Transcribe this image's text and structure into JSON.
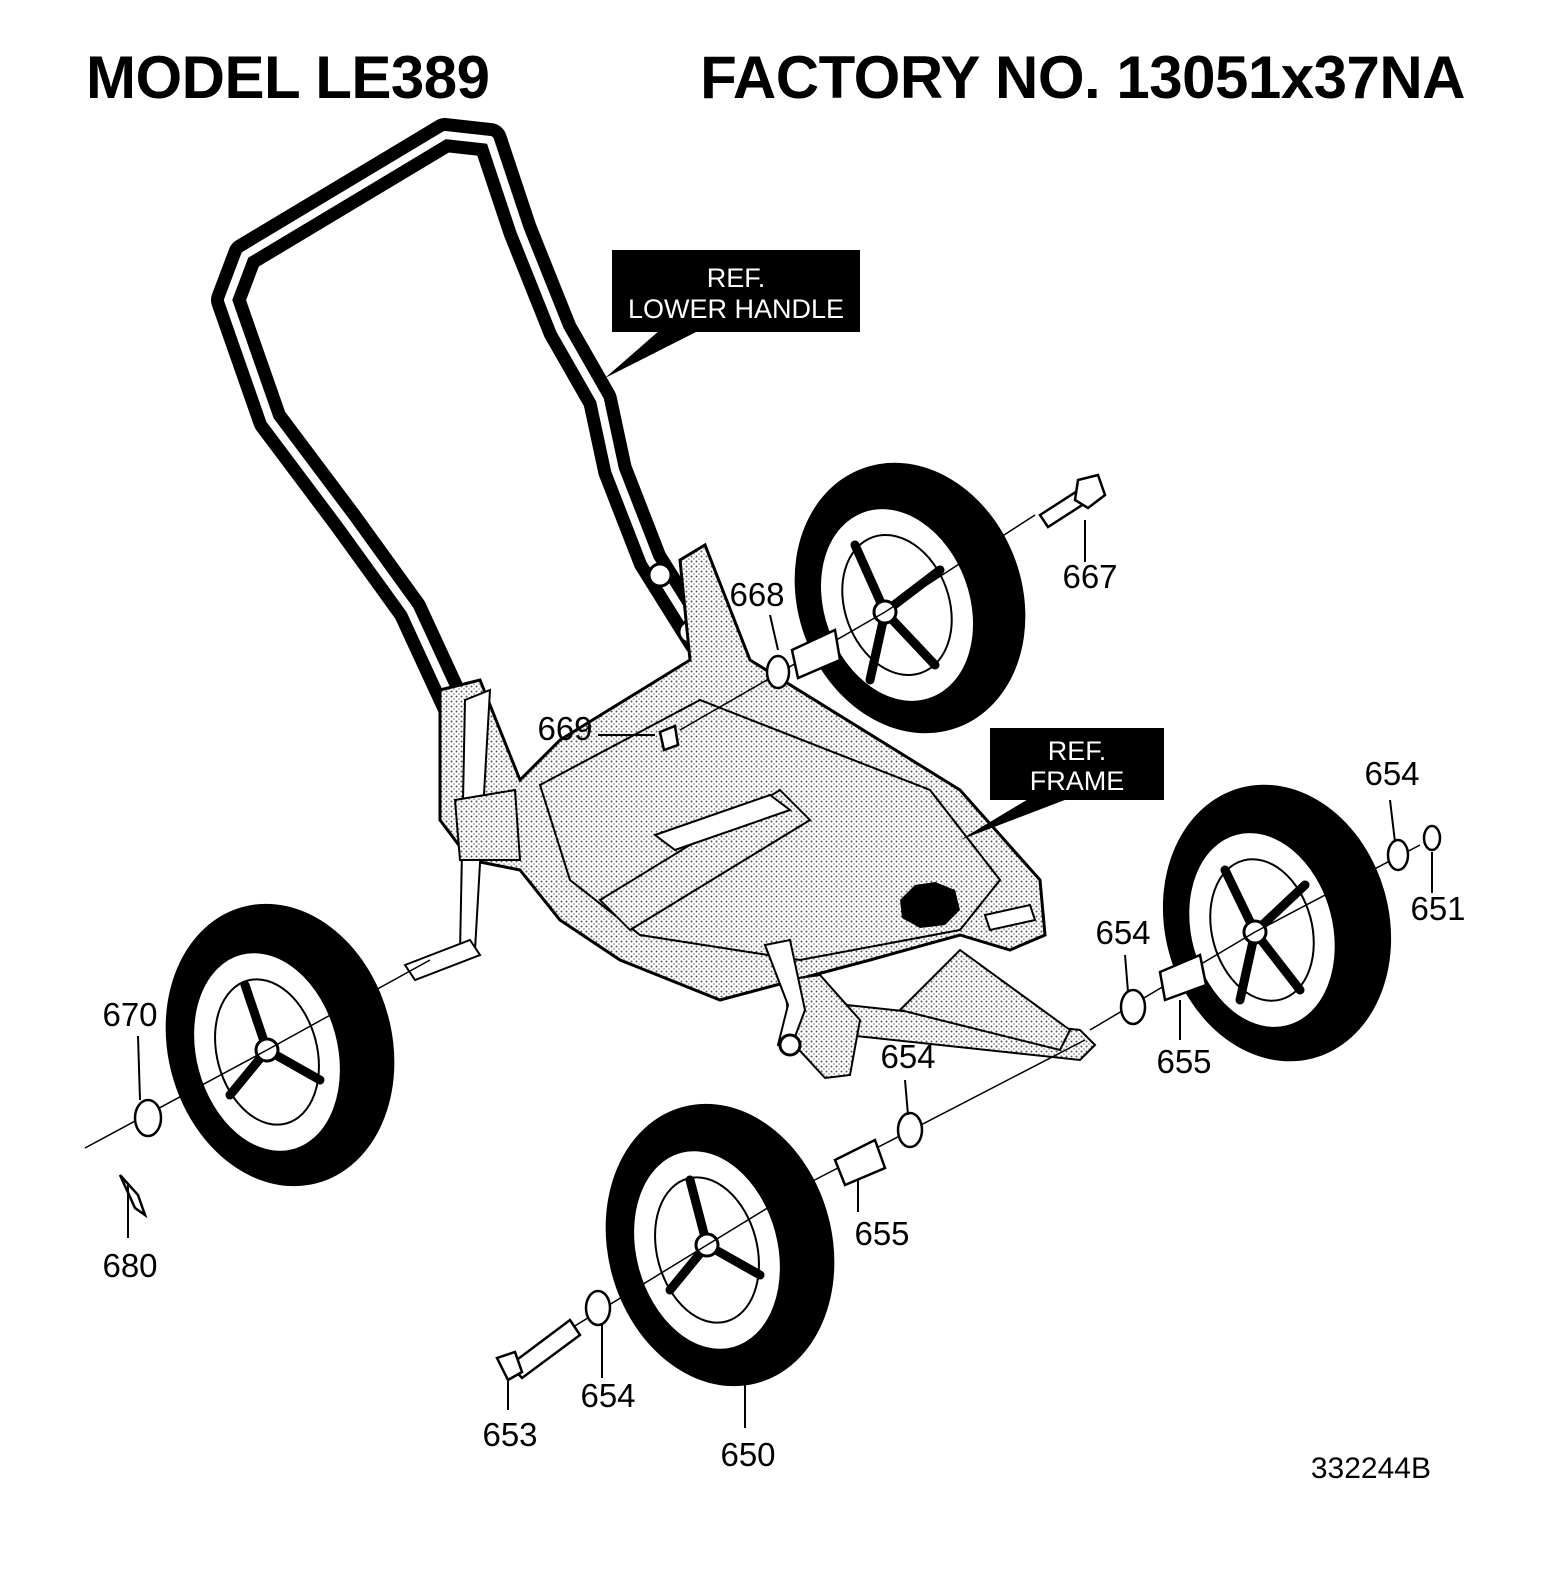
{
  "header": {
    "model": "MODEL LE389",
    "factory": "FACTORY NO. 13051x37NA"
  },
  "ref_labels": {
    "lower_handle_line1": "REF.",
    "lower_handle_line2": "LOWER HANDLE",
    "frame_line1": "REF.",
    "frame_line2": "FRAME"
  },
  "parts": {
    "p667": "667",
    "p668": "668",
    "p669": "669",
    "p654_top_right": "654",
    "p651": "651",
    "p654_mid_right": "654",
    "p655_right": "655",
    "p670": "670",
    "p654_center": "654",
    "p655_center": "655",
    "p680": "680",
    "p653": "653",
    "p654_bottom": "654",
    "p650": "650"
  },
  "drawing_number": "332244B"
}
